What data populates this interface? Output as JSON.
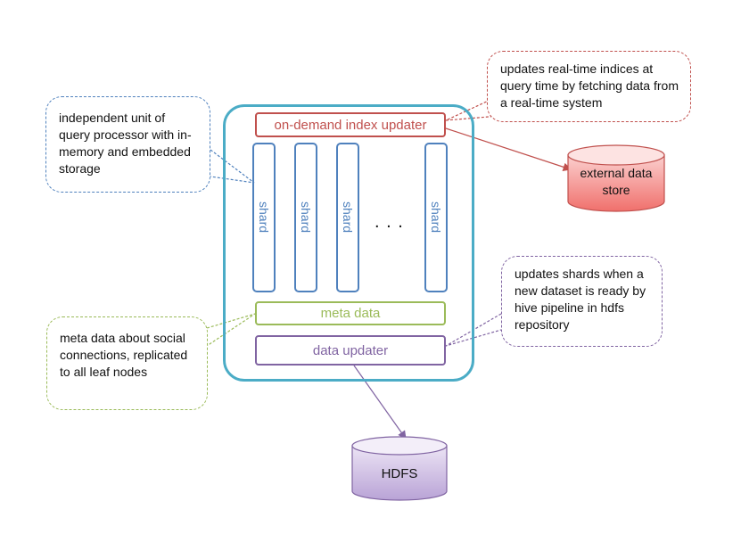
{
  "callouts": {
    "realtime": "updates real-time indices at query time by fetching data from a real-time system",
    "leaf_unit": "independent unit of query processor with in-memory and embedded storage",
    "dataset": "updates shards when a new dataset is ready by hive pipeline in hdfs repository",
    "metadata": "meta data about social connections, replicated to all leaf nodes"
  },
  "boxes": {
    "index_updater": "on-demand index updater",
    "meta_data": "meta data",
    "data_updater": "data updater"
  },
  "shards": [
    "shard",
    "shard",
    "shard",
    "shard"
  ],
  "ellipsis": ". . .",
  "stores": {
    "external": "external data store",
    "hdfs": "HDFS"
  },
  "colors": {
    "container": "#4bacc6",
    "index_updater": "#c0504d",
    "shard": "#4f81bd",
    "meta_data": "#9bbb59",
    "data_updater": "#8064a2"
  }
}
